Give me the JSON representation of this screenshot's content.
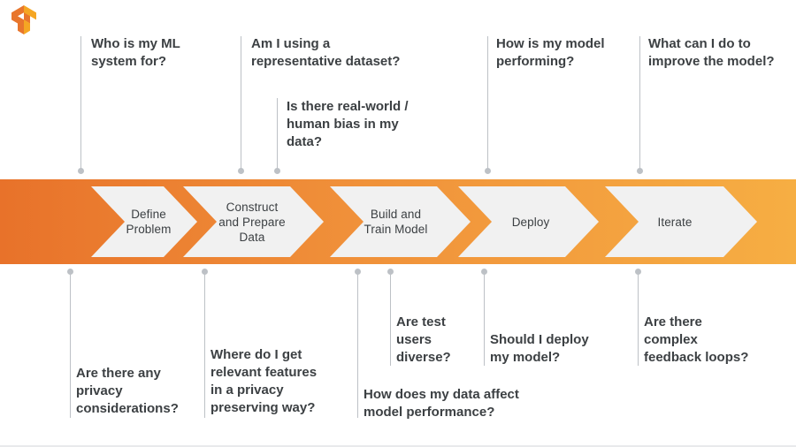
{
  "brand": {
    "logo_name": "tensorflow-logo",
    "logo_color_dark": "#E8762D",
    "logo_color_light": "#F5A623"
  },
  "theme": {
    "band_gradient_start": "#E8722A",
    "band_gradient_end": "#F6AE43",
    "chevron_fill": "#F1F1F1",
    "connector_color": "#BDC1C6",
    "text_color": "#3C4043"
  },
  "pipeline": {
    "name": "ml-workflow-pipeline",
    "stages": [
      {
        "id": "define-problem",
        "label": "Define\nProblem"
      },
      {
        "id": "construct-prepare-data",
        "label": "Construct\nand Prepare\nData"
      },
      {
        "id": "build-train-model",
        "label": "Build and\nTrain Model"
      },
      {
        "id": "deploy",
        "label": "Deploy"
      },
      {
        "id": "iterate",
        "label": "Iterate"
      }
    ]
  },
  "callouts_above": [
    {
      "id": "who-is-my-ml-system-for",
      "text": "Who is my ML\nsystem for?"
    },
    {
      "id": "am-i-using-a-representative-dataset",
      "text": "Am I using a\nrepresentative dataset?"
    },
    {
      "id": "is-there-real-world-human-bias",
      "text": "Is there real-world /\nhuman bias in my\ndata?"
    },
    {
      "id": "how-is-my-model-performing",
      "text": "How is my model\nperforming?"
    },
    {
      "id": "what-can-i-do-to-improve-the-model",
      "text": "What can I do to\nimprove the model?"
    }
  ],
  "callouts_below": [
    {
      "id": "are-there-any-privacy-considerations",
      "text": "Are there any\nprivacy\nconsiderations?"
    },
    {
      "id": "where-do-i-get-relevant-features",
      "text": "Where do I get\nrelevant features\nin a privacy\npreserving way?"
    },
    {
      "id": "how-does-my-data-affect-model-performance",
      "text": "How does my data affect\nmodel performance?"
    },
    {
      "id": "are-test-users-diverse",
      "text": "Are test\nusers\ndiverse?"
    },
    {
      "id": "should-i-deploy-my-model",
      "text": "Should I deploy\nmy model?"
    },
    {
      "id": "are-there-complex-feedback-loops",
      "text": "Are there\ncomplex\nfeedback loops?"
    }
  ]
}
